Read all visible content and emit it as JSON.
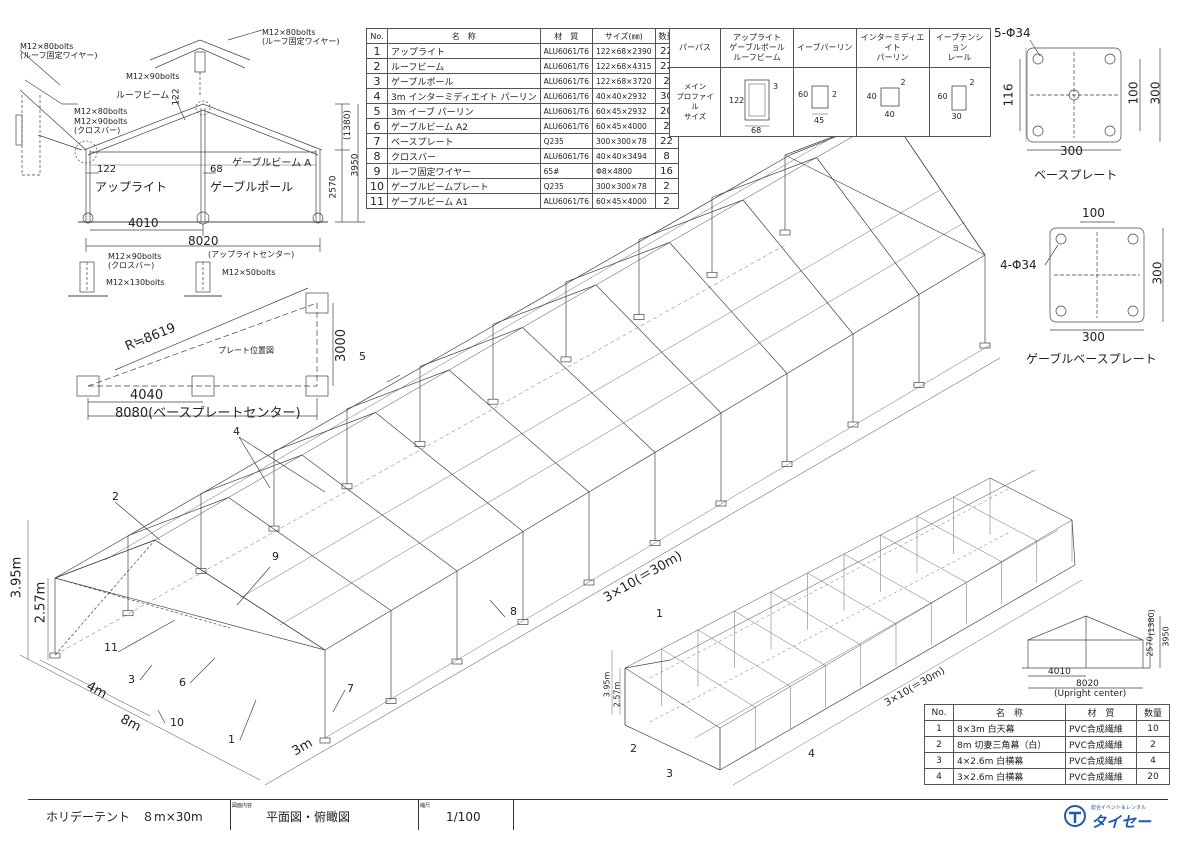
{
  "parts_table": {
    "headers": [
      "No.",
      "名　称",
      "材　質",
      "サイズ(㎜)",
      "数量"
    ],
    "rows": [
      [
        "1",
        "アップライト",
        "ALU6061/T6",
        "122×68×2390",
        "22"
      ],
      [
        "2",
        "ルーフビーム",
        "ALU6061/T6",
        "122×68×4315",
        "22"
      ],
      [
        "3",
        "ゲーブルポール",
        "ALU6061/T6",
        "122×68×3720",
        "2"
      ],
      [
        "4",
        "3m インターミディエイト パーリン",
        "ALU6061/T6",
        "40×40×2932",
        "30"
      ],
      [
        "5",
        "3m イーブ パーリン",
        "ALU6061/T6",
        "60×45×2932",
        "20"
      ],
      [
        "6",
        "ゲーブルビーム A2",
        "ALU6061/T6",
        "60×45×4000",
        "2"
      ],
      [
        "7",
        "ベースプレート",
        "Q235",
        "300×300×78",
        "22"
      ],
      [
        "8",
        "クロスバー",
        "ALU6061/T6",
        "40×40×3494",
        "8"
      ],
      [
        "9",
        "ルーフ固定ワイヤー",
        "65#",
        "Φ8×4800",
        "16"
      ],
      [
        "10",
        "ゲーブルビームプレート",
        "Q235",
        "300×300×78",
        "2"
      ],
      [
        "11",
        "ゲーブルビーム A1",
        "ALU6061/T6",
        "60×45×4000",
        "2"
      ]
    ]
  },
  "profile_table": {
    "headers": [
      "パーパス",
      "アップライト\nゲーブルポール\nルーフビーム",
      "イーブパーリン",
      "インターミディエイト\nパーリン",
      "イーブテンション\nレール"
    ],
    "row_label": "メイン\nプロファイル\nサイズ",
    "dims": {
      "main": [
        "3",
        "122",
        "68"
      ],
      "eave": [
        "60",
        "2",
        "45"
      ],
      "inter": [
        "2",
        "40",
        "40"
      ],
      "tension": [
        "2",
        "60",
        "30"
      ]
    }
  },
  "fabric_table": {
    "headers": [
      "No.",
      "名　称",
      "材　質",
      "数量"
    ],
    "rows": [
      [
        "1",
        "8×3m 白天幕",
        "PVC合成繊維",
        "10"
      ],
      [
        "2",
        "8m 切妻三角幕（白）",
        "PVC合成繊維",
        "2"
      ],
      [
        "3",
        "4×2.6m 白横幕",
        "PVC合成繊維",
        "4"
      ],
      [
        "4",
        "3×2.6m 白横幕",
        "PVC合成繊維",
        "20"
      ]
    ]
  },
  "front_view": {
    "bolt_roof_wire_top": "M12×80bolts\n(ルーフ固定ワイヤー)",
    "bolt_roof_wire_right": "M12×80bolts\n(ルーフ固定ワイヤー)",
    "bolt_90_top": "M12×90bolts",
    "bolt_80_left": "M12×80bolts",
    "bolt_90_cross": "M12×90bolts\n(クロスバー)",
    "roof_beam": "ルーフビーム",
    "dim_122_top": "122",
    "dim_1380": "(1380)",
    "dim_3950": "3950",
    "dim_2570": "2570",
    "dim_122": "122",
    "dim_68": "68",
    "gable_beam_a": "ゲーブルビーム A",
    "upright": "アップライト",
    "gable_pole": "ゲーブルポール",
    "dim_4010": "4010",
    "dim_8020": "8020",
    "upright_center": "(アップライトセンター)",
    "bolt_90_cross_bottom": "M12×90bolts\n(クロスバー)",
    "bolt_130": "M12×130bolts",
    "bolt_50": "M12×50bolts"
  },
  "plate_plan": {
    "radius": "R≒8619",
    "title": "プレート位置図",
    "dim_3000": "3000",
    "dim_4040": "4040",
    "dim_8080": "8080(ベースプレートセンター)"
  },
  "base_plate": {
    "holes": "5-Φ34",
    "dim_116": "116",
    "dim_100": "100",
    "dim_300_v": "300",
    "dim_300_h": "300",
    "label": "ベースプレート"
  },
  "gable_base_plate": {
    "dim_100": "100",
    "holes": "4-Φ34",
    "dim_300_v": "300",
    "dim_300_h": "300",
    "label": "ゲーブルベースプレート"
  },
  "iso_frame": {
    "callouts": [
      "1",
      "2",
      "3",
      "4",
      "5",
      "6",
      "7",
      "8",
      "9",
      "10",
      "11"
    ],
    "h_395": "3.95m",
    "h_257": "2.57m",
    "w_4m": "4m",
    "w_8m": "8m",
    "bay_3m": "3m",
    "length": "3×10(＝30m)"
  },
  "iso_small": {
    "callouts": [
      "1",
      "2",
      "3",
      "4"
    ],
    "h_395": "3.95m",
    "h_257": "2.57m",
    "length": "3×10(＝30m)"
  },
  "mini_front": {
    "dim_1380": "(1380)",
    "dim_2570": "2570",
    "dim_3950": "3950",
    "dim_4010": "4010",
    "dim_8020": "8020",
    "note": "(Upright center)"
  },
  "title_block": {
    "name": "ホリデーテント　８m×30m",
    "content_caption": "図面内容",
    "content": "平面図・俯瞰図",
    "scale_caption": "縮尺",
    "scale": "1/100",
    "company_small": "総合イベント＆レンタル",
    "company": "タイセー"
  }
}
